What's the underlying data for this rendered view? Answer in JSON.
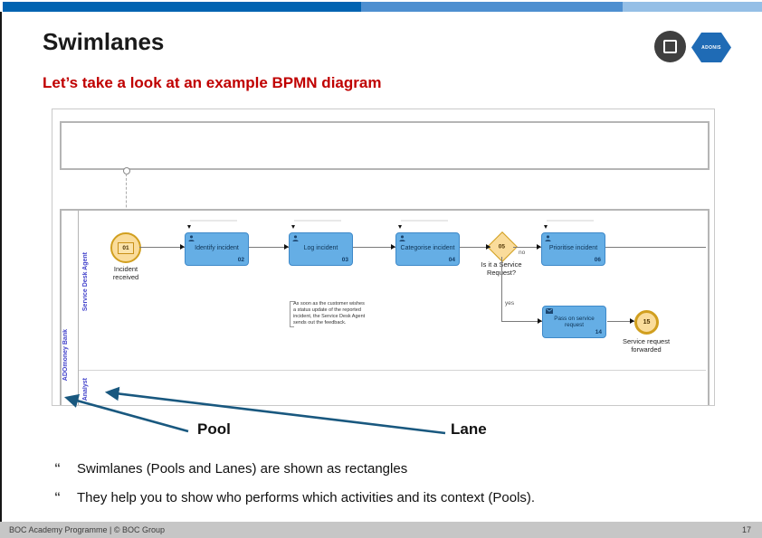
{
  "header": {
    "title": "Swimlanes",
    "subtitle": "Let’s take a look at an example BPMN diagram",
    "logo_text": "ADONIS"
  },
  "diagram": {
    "pool_label": "ADOmoney Bank",
    "lanes": [
      {
        "label": "Service Desk Agent"
      },
      {
        "label": "Analyst"
      }
    ],
    "start_event": {
      "id": "01",
      "label": "Incident received"
    },
    "tasks": [
      {
        "id": "02",
        "label": "Identify incident"
      },
      {
        "id": "03",
        "label": "Log incident"
      },
      {
        "id": "04",
        "label": "Categorise incident"
      },
      {
        "id": "06",
        "label": "Prioritise incident"
      },
      {
        "id": "14",
        "label": "Pass on service request"
      }
    ],
    "gateway": {
      "id": "05",
      "label": "Is it a Service Request?",
      "branch_yes": "yes",
      "branch_no": "no"
    },
    "end_event": {
      "id": "15",
      "label": "Service request forwarded"
    },
    "annotation": "As soon as the customer wishes a status update of the reported incident, the Service Desk Agent sends out the feedback."
  },
  "callouts": {
    "pool": "Pool",
    "lane": "Lane"
  },
  "bullets": [
    {
      "marker": "“",
      "text": "Swimlanes (Pools and Lanes) are shown as rectangles"
    },
    {
      "marker": "“",
      "text": "They help you to show who performs which activities and its context (Pools)."
    }
  ],
  "footer": {
    "left": "BOC Academy Programme  |  © BOC Group",
    "page": "17"
  },
  "colors": {
    "accent_red": "#c00000",
    "task_fill": "#65aee5",
    "event_fill": "#fadc9b",
    "callout_arrow": "#19587f",
    "bar_dark": "#0063b1",
    "bar_mid": "#4e8fd0",
    "bar_light": "#95bfe6"
  }
}
